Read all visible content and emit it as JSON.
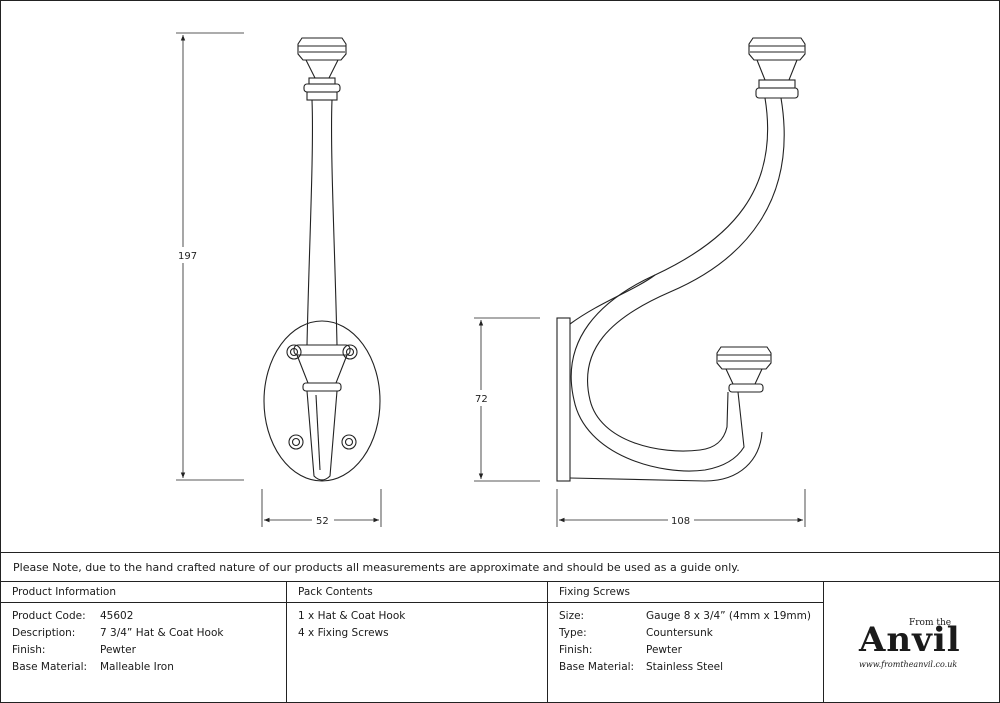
{
  "dimensions": {
    "height": "197",
    "width_front": "52",
    "height_side": "72",
    "depth": "108"
  },
  "note": "Please Note, due to the hand crafted nature of our products all measurements are approximate and should be used as a guide only.",
  "product_information": {
    "title": "Product Information",
    "rows": [
      {
        "label": "Product Code:",
        "value": "45602"
      },
      {
        "label": "Description:",
        "value": "7 3/4” Hat & Coat Hook"
      },
      {
        "label": "Finish:",
        "value": "Pewter"
      },
      {
        "label": "Base Material:",
        "value": "Malleable Iron"
      }
    ]
  },
  "pack_contents": {
    "title": "Pack Contents",
    "items": [
      "1 x Hat & Coat Hook",
      "4 x Fixing Screws"
    ]
  },
  "fixing_screws": {
    "title": "Fixing Screws",
    "rows": [
      {
        "label": "Size:",
        "value": "Gauge 8 x 3/4” (4mm x 19mm)"
      },
      {
        "label": "Type:",
        "value": "Countersunk"
      },
      {
        "label": "Finish:",
        "value": "Pewter"
      },
      {
        "label": "Base Material:",
        "value": "Stainless Steel"
      }
    ]
  },
  "logo": {
    "from_the": "From the",
    "name": "Anvil",
    "url": "www.fromtheanvil.co.uk"
  }
}
